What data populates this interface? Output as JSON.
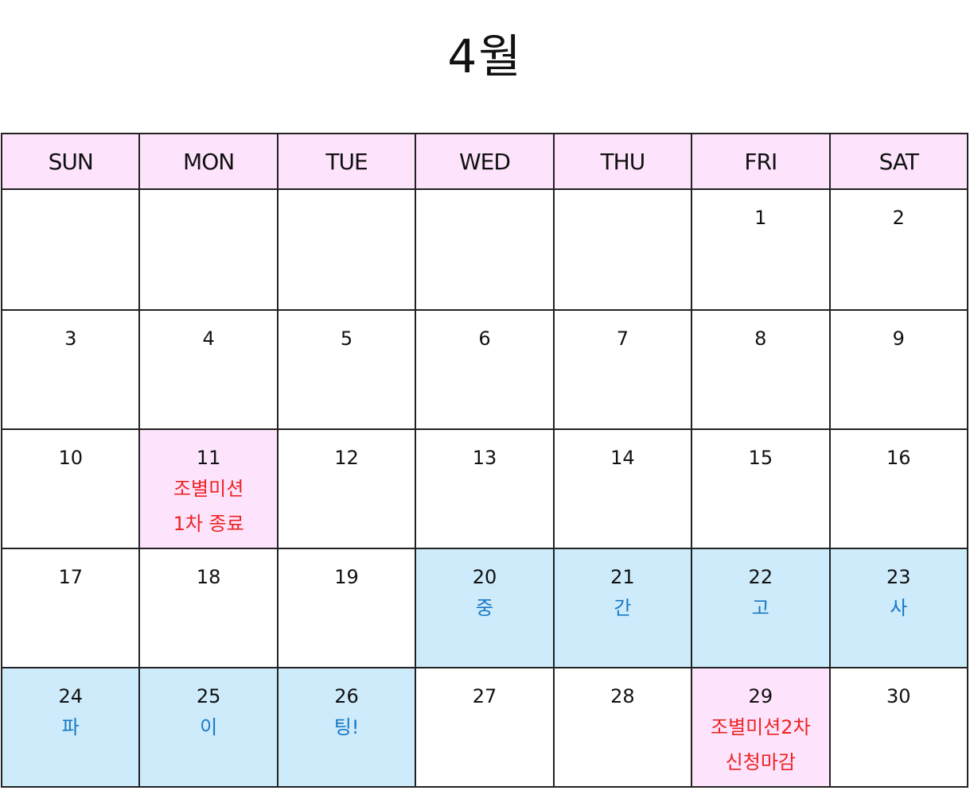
{
  "title": "4월",
  "weekdays": [
    "SUN",
    "MON",
    "TUE",
    "WED",
    "THU",
    "FRI",
    "SAT"
  ],
  "colors": {
    "header_bg": "#fde4fc",
    "highlight_pink": "#fde4fc",
    "highlight_blue": "#cdebfb",
    "note_red": "#ee2222",
    "note_blue": "#1877c4"
  },
  "weeks": [
    [
      {
        "day": ""
      },
      {
        "day": ""
      },
      {
        "day": ""
      },
      {
        "day": ""
      },
      {
        "day": ""
      },
      {
        "day": "1"
      },
      {
        "day": "2"
      }
    ],
    [
      {
        "day": "3"
      },
      {
        "day": "4"
      },
      {
        "day": "5"
      },
      {
        "day": "6"
      },
      {
        "day": "7"
      },
      {
        "day": "8"
      },
      {
        "day": "9"
      }
    ],
    [
      {
        "day": "10"
      },
      {
        "day": "11",
        "note": [
          "조별미션",
          "1차 종료"
        ]
      },
      {
        "day": "12"
      },
      {
        "day": "13"
      },
      {
        "day": "14"
      },
      {
        "day": "15"
      },
      {
        "day": "16"
      }
    ],
    [
      {
        "day": "17"
      },
      {
        "day": "18"
      },
      {
        "day": "19"
      },
      {
        "day": "20",
        "note": [
          "중"
        ]
      },
      {
        "day": "21",
        "note": [
          "간"
        ]
      },
      {
        "day": "22",
        "note": [
          "고"
        ]
      },
      {
        "day": "23",
        "note": [
          "사"
        ]
      }
    ],
    [
      {
        "day": "24",
        "note": [
          "파"
        ]
      },
      {
        "day": "25",
        "note": [
          "이"
        ]
      },
      {
        "day": "26",
        "note": [
          "팅!"
        ]
      },
      {
        "day": "27"
      },
      {
        "day": "28"
      },
      {
        "day": "29",
        "note": [
          "조별미션2차",
          "신청마감"
        ]
      },
      {
        "day": "30"
      }
    ]
  ]
}
